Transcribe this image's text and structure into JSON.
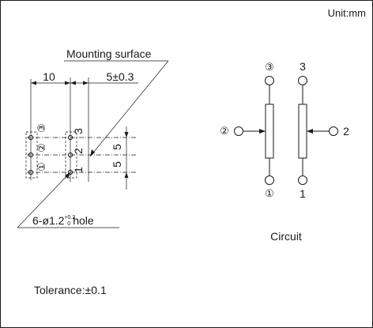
{
  "unit": "Unit:mm",
  "mounting": {
    "label": "Mounting surface",
    "dim_pitch_x": "10",
    "dim_offset": "5±0.3",
    "dim_pitch_y_upper": "5",
    "dim_pitch_y_lower": "5",
    "hole_label_prefix": "6-ø1.2",
    "hole_tol_upper": "+0.2",
    "hole_tol_lower": "0",
    "hole_label_suffix": "hole",
    "pins_left": [
      "③",
      "②",
      "①"
    ],
    "pins_right": [
      "3",
      "2",
      "1"
    ]
  },
  "circuit": {
    "label": "Circuit",
    "left_pins": {
      "top": "③",
      "side": "②",
      "bottom": "①"
    },
    "right_pins": {
      "top": "3",
      "side": "2",
      "bottom": "1"
    }
  },
  "tolerance": "Tolerance:±0.1"
}
